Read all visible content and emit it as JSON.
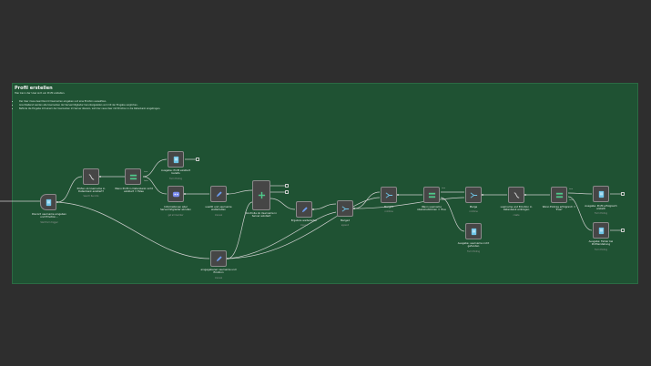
{
  "note": {
    "title": "Profil erstellen",
    "subtitle": "Hier kann der User sich ein Profil erstellen.",
    "bullets": [
      "Der User muss zwei Discord Usernamen eingeben und eine Emotion auswählen.",
      "Anschließend werden alle Usernamen der Servermitglieder heruntergeladen und mit der Eingabe verglichen.",
      "Befinde die Eingabe mit einem der Usernamen im Server überein, wird der neue User mit Emotion in die Datenbank eingetragen."
    ]
  },
  "nodes": {
    "discord": {
      "label": "Discord username eingeben und Emotion...",
      "sub": "Start form trigger"
    },
    "check_db": {
      "label": "Prüfen ob Username in Datenbank existiert?",
      "sub": "Search Records"
    },
    "if_exists": {
      "label": "Wenn Profil in Datenbank nicht existiert = False",
      "sub": ""
    },
    "output_exists": {
      "label": "Ausgabe: Profil existiert bereits",
      "sub": "Form Ending"
    },
    "server_info": {
      "label": "Informationen aller Servermitglieder abrufen",
      "sub": "get all member"
    },
    "userid_forward": {
      "label": "userID und username weiterleiten",
      "sub": "manual"
    },
    "check_server": {
      "label": "Kontrolle ob Username in Server existiert",
      "sub": ""
    },
    "entered_forward": {
      "label": "eingegebener username und Emotion",
      "sub": "manual"
    },
    "results_forward": {
      "label": "Ergebnis weiterleiten",
      "sub": "manual"
    },
    "merge1": {
      "label": "Merge1",
      "sub": "combine"
    },
    "merge2": {
      "label": "Merge2",
      "sub": "append"
    },
    "if_match": {
      "label": "Wenn username übereinstimmen = True",
      "sub": ""
    },
    "merge3": {
      "label": "Merge",
      "sub": "combine"
    },
    "output_notfound": {
      "label": "Ausgabe: username nicht gefunden",
      "sub": "Form Ending"
    },
    "insert_db": {
      "label": "username und Emotion in Datenbank eintragen",
      "sub": "create"
    },
    "if_success": {
      "label": "Wenn Eintrag erfolgreich = True?",
      "sub": ""
    },
    "output_success": {
      "label": "Ausgabe: Profil erfolgreich erstellt",
      "sub": "Form Ending"
    },
    "output_error": {
      "label": "Ausgabe: Fehler bei Profilerstellung",
      "sub": "Form Ending"
    }
  },
  "edge_labels": {
    "true": "true",
    "false": "false"
  },
  "colors": {
    "canvas": "#2e2e2e",
    "sticky": "#1f5233",
    "node": "#464646"
  }
}
